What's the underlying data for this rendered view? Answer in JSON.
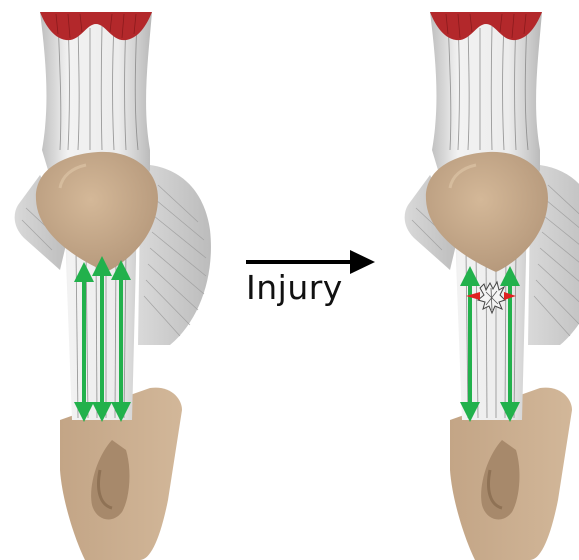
{
  "diagram": {
    "label": "Injury",
    "colors": {
      "muscle": "#b3282b",
      "tendon": "#e8e8e8",
      "tendon_shade": "#cfcfcf",
      "bone": "#c7a98a",
      "bone_shade": "#a88a6c",
      "tension_arrows": "#22b14c",
      "tear_markers": "#e02020",
      "transition_arrow": "#000000"
    },
    "panels": [
      {
        "name": "healthy-knee",
        "tension_arrows": 3,
        "tear": false
      },
      {
        "name": "injured-knee",
        "tension_arrows": 2,
        "tear": true
      }
    ]
  }
}
